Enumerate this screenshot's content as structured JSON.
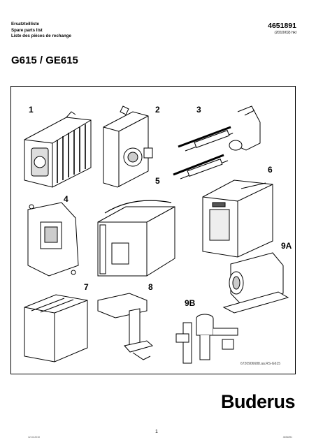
{
  "header": {
    "lines": [
      "Ersatzteilliste",
      "Spare parts list",
      "Liste des pièces de rechange"
    ],
    "part_number": "4651891",
    "revision": "(2010/02) hkl"
  },
  "title": "G615 / GE615",
  "labels": {
    "l1": "1",
    "l2": "2",
    "l3": "3",
    "l4": "4",
    "l5": "5",
    "l6": "6",
    "l7": "7",
    "l8": "8",
    "l9a": "9A",
    "l9b": "9B"
  },
  "figure_ref": "6720906688.aa.RS-G615",
  "brand": "Buderus",
  "footer": {
    "left": "12.02.2010",
    "page": "1",
    "right": "4651891"
  }
}
